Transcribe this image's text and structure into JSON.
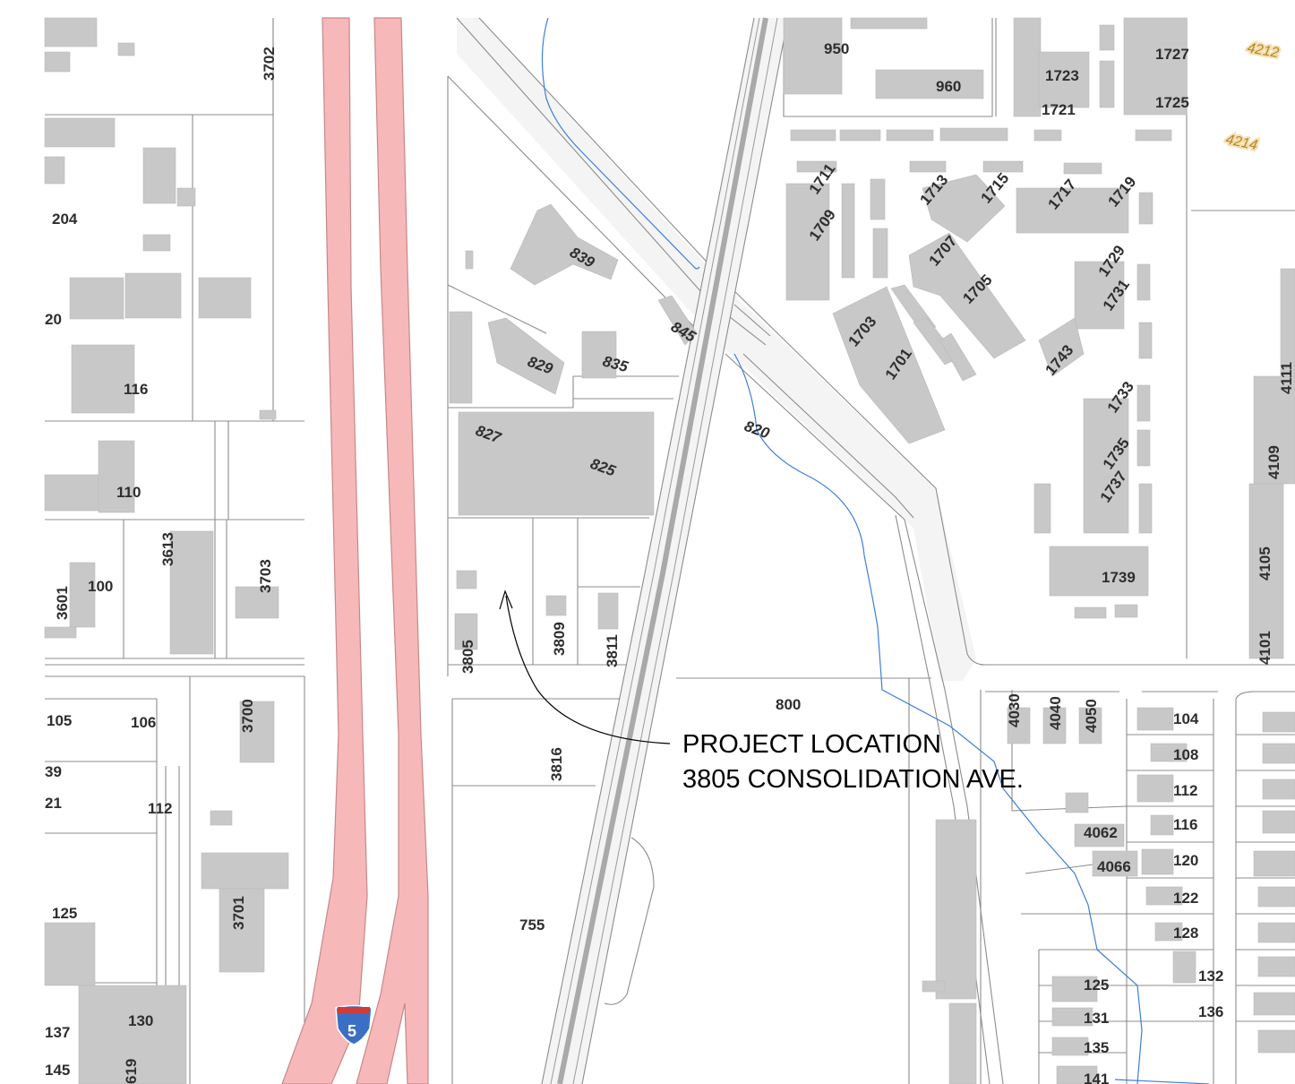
{
  "callout": {
    "line1": "PROJECT LOCATION",
    "line2": "3805 CONSOLIDATION AVE."
  },
  "freeway_shield": {
    "number": "5",
    "color": "#3b6fc4"
  },
  "colors": {
    "building": "#c8c8c8",
    "parcel_line": "#8c8c8c",
    "freeway": "#f7b8ba",
    "stream": "#3d7fd6",
    "background": "#ffffff"
  },
  "labels": {
    "l950": "950",
    "l960": "960",
    "l1723": "1723",
    "l1721": "1721",
    "l1727": "1727",
    "l1725": "1725",
    "l4212": "4212",
    "l4214": "4214",
    "l1711": "1711",
    "l1709": "1709",
    "l1713": "1713",
    "l1715": "1715",
    "l1717": "1717",
    "l1719": "1719",
    "l1707": "1707",
    "l1705": "1705",
    "l1729": "1729",
    "l1731": "1731",
    "l1703": "1703",
    "l1701": "1701",
    "l1743": "1743",
    "l1733": "1733",
    "l1735": "1735",
    "l1737": "1737",
    "l1739": "1739",
    "l4111": "4111",
    "l4109": "4109",
    "l4105": "4105",
    "l4101": "4101",
    "l3702": "3702",
    "l204": "204",
    "l20": "20",
    "l116": "116",
    "l110": "110",
    "l100": "100",
    "l3601": "3601",
    "l3613": "3613",
    "l3703": "3703",
    "l839": "839",
    "l845": "845",
    "l829": "829",
    "l835": "835",
    "l827": "827",
    "l825": "825",
    "l820": "820",
    "l3805": "3805",
    "l3809": "3809",
    "l3811": "3811",
    "l800": "800",
    "l3816": "3816",
    "l755": "755",
    "l105": "105",
    "l106": "106",
    "l39": "39",
    "l21": "21",
    "l112": "112",
    "l3700": "3700",
    "l3701": "3701",
    "l125": "125",
    "l137": "137",
    "l130": "130",
    "l145": "145",
    "l619": "619",
    "l4030": "4030",
    "l4040": "4040",
    "l4050": "4050",
    "l104": "104",
    "l108": "108",
    "l112b": "112",
    "l116b": "116",
    "l120": "120",
    "l122": "122",
    "l128": "128",
    "l132": "132",
    "l136": "136",
    "l4062": "4062",
    "l4066": "4066",
    "l125b": "125",
    "l131": "131",
    "l135": "135",
    "l141": "141"
  }
}
